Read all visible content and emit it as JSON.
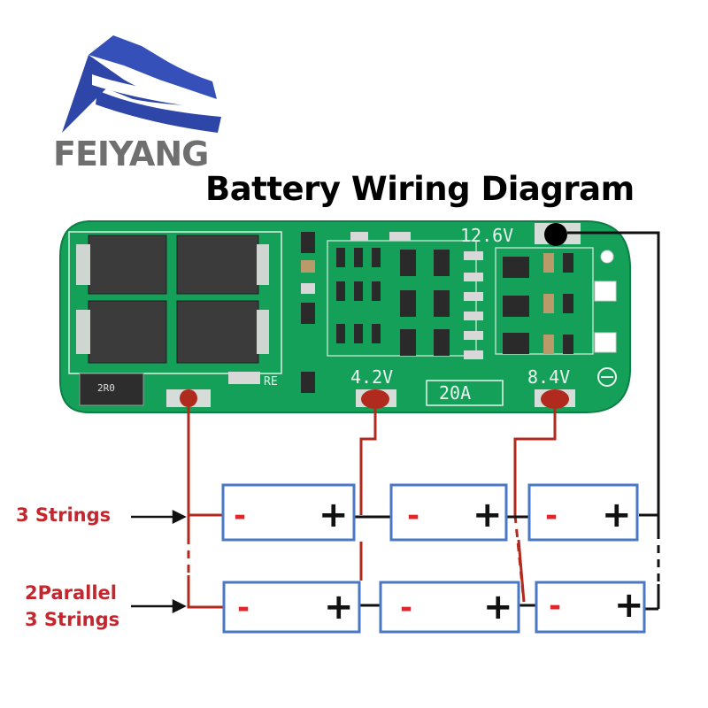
{
  "brand": {
    "name": "FEIYANG"
  },
  "title": "Battery Wiring Diagram",
  "board": {
    "label_12v6": "12.6V",
    "label_4v2": "4.2V",
    "label_8v4": "8.4V",
    "label_20a": "20A",
    "label_re": "RE",
    "resistor_code": "2R0"
  },
  "labels": {
    "strings3": "3 Strings",
    "parallel_line1": "2Parallel",
    "parallel_line2": "3 Strings"
  },
  "cell_signs": {
    "minus": "-",
    "plus": "+"
  },
  "colors": {
    "pcb": "#16a05a",
    "wire_red": "#b02a1e",
    "wire_black": "#111111",
    "cell_border": "#4a78c4",
    "minus_sign": "#e0252b",
    "brand_blue": "#2e46a8"
  }
}
